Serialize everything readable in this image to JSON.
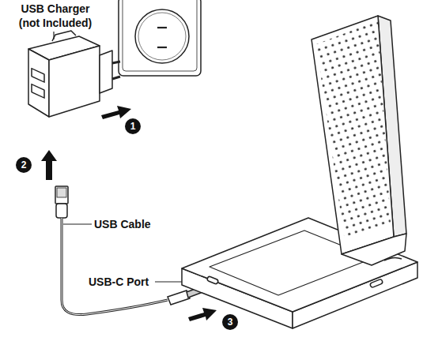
{
  "diagram": {
    "labels": [
      "USB Charger (not Included)",
      "USB Cable",
      "USB-C Port",
      "1",
      "2",
      "3"
    ]
  }
}
